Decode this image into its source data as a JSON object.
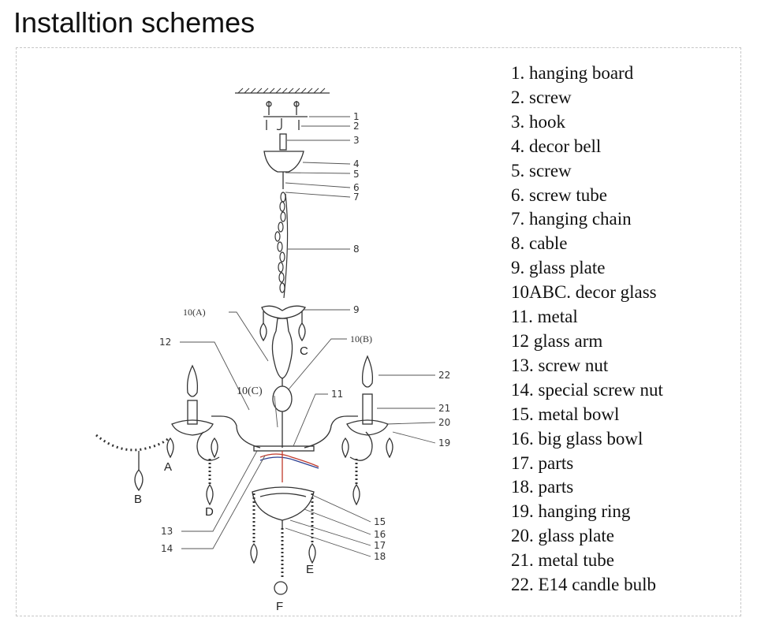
{
  "title": "Installtion schemes",
  "parts_list": [
    "1. hanging board",
    "2. screw",
    "3. hook",
    "4. decor bell",
    "5. screw",
    "6. screw tube",
    "7. hanging chain",
    "8. cable",
    "9. glass plate",
    "10ABC. decor glass",
    "11. metal",
    "12 glass arm",
    "13. screw nut",
    "14. special screw nut",
    "15. metal bowl",
    "16. big glass bowl",
    "17. parts",
    "18. parts",
    "19. hanging ring",
    "20. glass plate",
    "21. metal tube",
    "22. E14 candle bulb"
  ],
  "diagram_labels": {
    "n1": "1",
    "n2": "2",
    "n3": "3",
    "n4": "4",
    "n5": "5",
    "n6": "6",
    "n7": "7",
    "n8": "8",
    "n9": "9",
    "n10a": "10(A)",
    "n10b": "10(B)",
    "n10c": "10(C)",
    "n11": "11",
    "n12": "12",
    "n13": "13",
    "n14": "14",
    "n15": "15",
    "n16": "16",
    "n17": "17",
    "n18": "18",
    "n19": "19",
    "n20": "20",
    "n21": "21",
    "n22": "22",
    "la": "A",
    "lb": "B",
    "lc": "C",
    "ld": "D",
    "le": "E",
    "lf": "F"
  }
}
